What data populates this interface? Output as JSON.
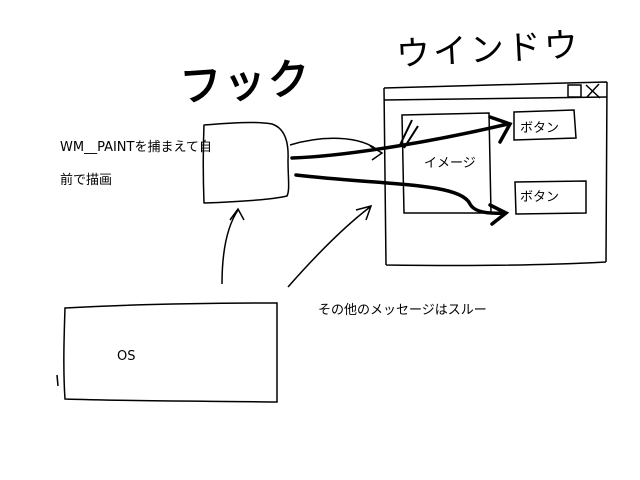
{
  "hook": {
    "title": "フック",
    "note_line1": "WM__PAINTを捕まえて自",
    "note_line2": "前で描画"
  },
  "window": {
    "title": "ウインドウ",
    "image_label": "イメージ",
    "buttons": [
      "ボタン",
      "ボタン"
    ]
  },
  "os": {
    "label": "OS"
  },
  "passthrough_note": "その他のメッセージはスルー",
  "colors": {
    "ink": "#000000",
    "background": "#ffffff"
  }
}
